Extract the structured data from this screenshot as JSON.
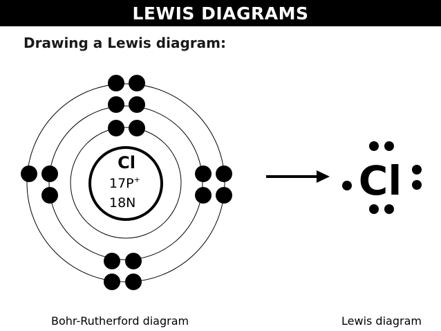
{
  "header": {
    "title": "LEWIS DIAGRAMS"
  },
  "heading": "Drawing a Lewis diagram:",
  "bohr": {
    "symbol": "Cl",
    "protons": "17P",
    "proton_charge": "+",
    "neutrons": "18N",
    "caption": "Bohr-Rutherford diagram"
  },
  "lewis": {
    "symbol": "Cl",
    "caption": "Lewis diagram"
  },
  "colors": {
    "title_bg": "#000000",
    "title_text": "#ffffff",
    "ink": "#000000"
  },
  "icons": {
    "arrow": "right-arrow-icon"
  }
}
